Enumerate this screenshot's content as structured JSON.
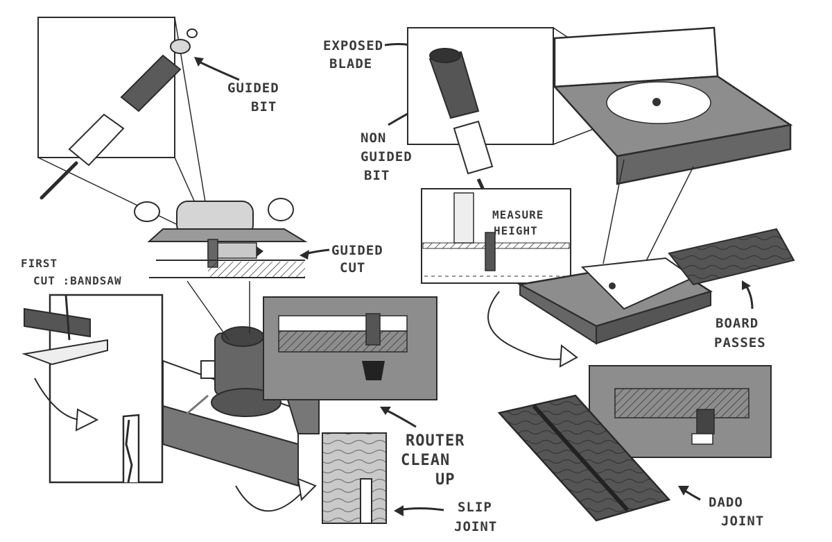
{
  "labels": {
    "guided_bit": [
      "GUIDED",
      "BIT"
    ],
    "guided_cut": [
      "GUIDED",
      "CUT"
    ],
    "first_cut": [
      "FIRST",
      "CUT :BANDSAW"
    ],
    "exposed_blade": [
      "EXPOSED",
      "BLADE"
    ],
    "non_guided_bit": [
      "NON",
      "GUIDED",
      "BIT"
    ],
    "measure_height": [
      "MEASURE",
      "HEIGHT"
    ],
    "board_passes": [
      "BOARD",
      "PASSES"
    ],
    "router_clean_up": [
      "ROUTER",
      "CLEAN",
      "UP"
    ],
    "slip_joint": [
      "SLIP",
      "JOINT"
    ],
    "dado_joint": [
      "DADO",
      "JOINT"
    ]
  },
  "colors": {
    "ink": "#2b2b2b",
    "panel_grey": "#8d8d8d",
    "dark_wood": "#4a4a4a",
    "light_grey": "#c9c9c9",
    "paper": "#ffffff"
  },
  "icons": [
    "guided-router-bit-icon",
    "non-guided-router-bit-icon",
    "router-table-icon",
    "bandsaw-icon",
    "rotate-arrow-icon"
  ]
}
